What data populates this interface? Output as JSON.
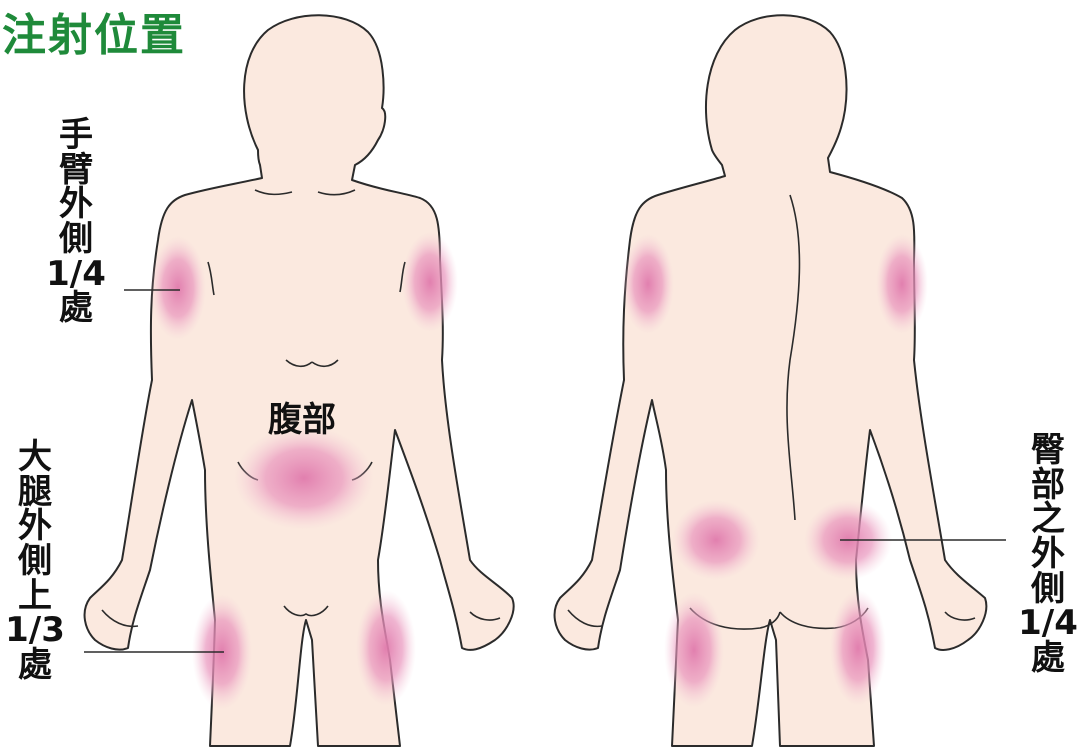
{
  "title": "注射位置",
  "labels": {
    "arm": [
      "手",
      "臂",
      "外",
      "側",
      "1/4",
      "處"
    ],
    "abdomen": "腹部",
    "thigh": [
      "大",
      "腿",
      "外",
      "側",
      "上",
      "1/3",
      "處"
    ],
    "buttock": [
      "臀",
      "部",
      "之",
      "外",
      "側",
      "1/4",
      "處"
    ]
  },
  "colors": {
    "title": "#1f8a3a",
    "skin": "#fbe9df",
    "outline": "#2b2b2b",
    "injection_site": "#e07aac"
  }
}
